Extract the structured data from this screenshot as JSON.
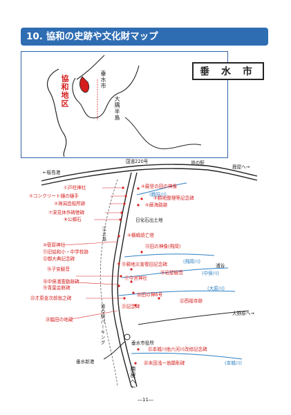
{
  "header": {
    "title": "10. 協和の史跡や文化財マップ"
  },
  "inset": {
    "city": "垂 水 市",
    "town": "垂水市",
    "district": "協和地区",
    "peninsula": "大隅半島"
  },
  "roads": {
    "sakurajima": "←桜島港",
    "route220": "国道220号",
    "michi_no_eki": "道の駅",
    "kanoya": "鹿屋へ→",
    "onosan": "大野原へ→",
    "kanoya2": "鹿屋へ↓"
  },
  "rivers": {
    "kounoura": "(鶴田川)",
    "hiratsu": "(飛岡川)",
    "nakamata": "(中俣川)",
    "ohara": "(大原川)",
    "hongjo": "(本城川)"
  },
  "places": {
    "kyowa_office": "垂水市役所",
    "tarumizu_port": "垂水新港",
    "enokuchi": "江之島",
    "parking": "道の駅パーキング",
    "ura": "浦谷",
    "shinkai": "日化石出土地"
  },
  "sites": {
    "s1": "①戸柱神社",
    "s2": "②コンクリート樋の樋手",
    "s3": "③海潟造船所跡",
    "s4": "④龍登の田の神像",
    "s5": "⑤耕地整理等記念碑",
    "s6": "⑥蕨海路跡",
    "s7": "⑦深見休作碑徳碑",
    "s8": "⑧公郷石",
    "s9": "⑨横嶋焼亡塔",
    "s10": "⑩菅原神社",
    "s11": "⑪旧協和小・中学校跡",
    "s12": "⑫御大典記念碑",
    "s13": "⑬田の神像(飛岡)",
    "s14": "⑭子安観音",
    "s15": "⑮耕地災害復旧記念碑",
    "s16": "⑯岩屋観音",
    "s17": "⑰今宮神社",
    "s18": "⑱中俣浦霊動跡碑",
    "s19": "⑲青葉会館碑",
    "s20": "⑳田の神6号",
    "s21": "㉑記念碑",
    "s22": "㉒西福寺跡",
    "s23": "㉓才原金次郎翁之碑",
    "s24": "㉔脇田の地蔵",
    "s25": "㉕本城川他六河川改修記念碑",
    "s26": "㉖末田浅一翁顕彰碑"
  },
  "footer": {
    "page": "―11―"
  },
  "colors": {
    "title_bg": "#2f6db3",
    "site_red": "#d51d1d",
    "river_blue": "#2a7ec2"
  }
}
